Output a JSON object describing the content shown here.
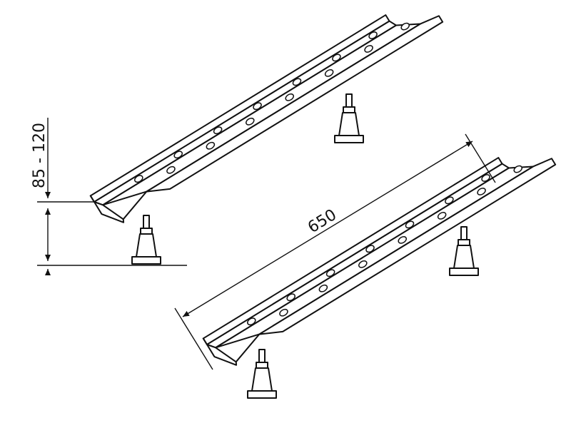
{
  "figure": {
    "height_dimension": "85 - 120",
    "length_dimension": "650"
  },
  "parts": [
    "upper-rail",
    "lower-rail",
    "adjustable-foot"
  ]
}
